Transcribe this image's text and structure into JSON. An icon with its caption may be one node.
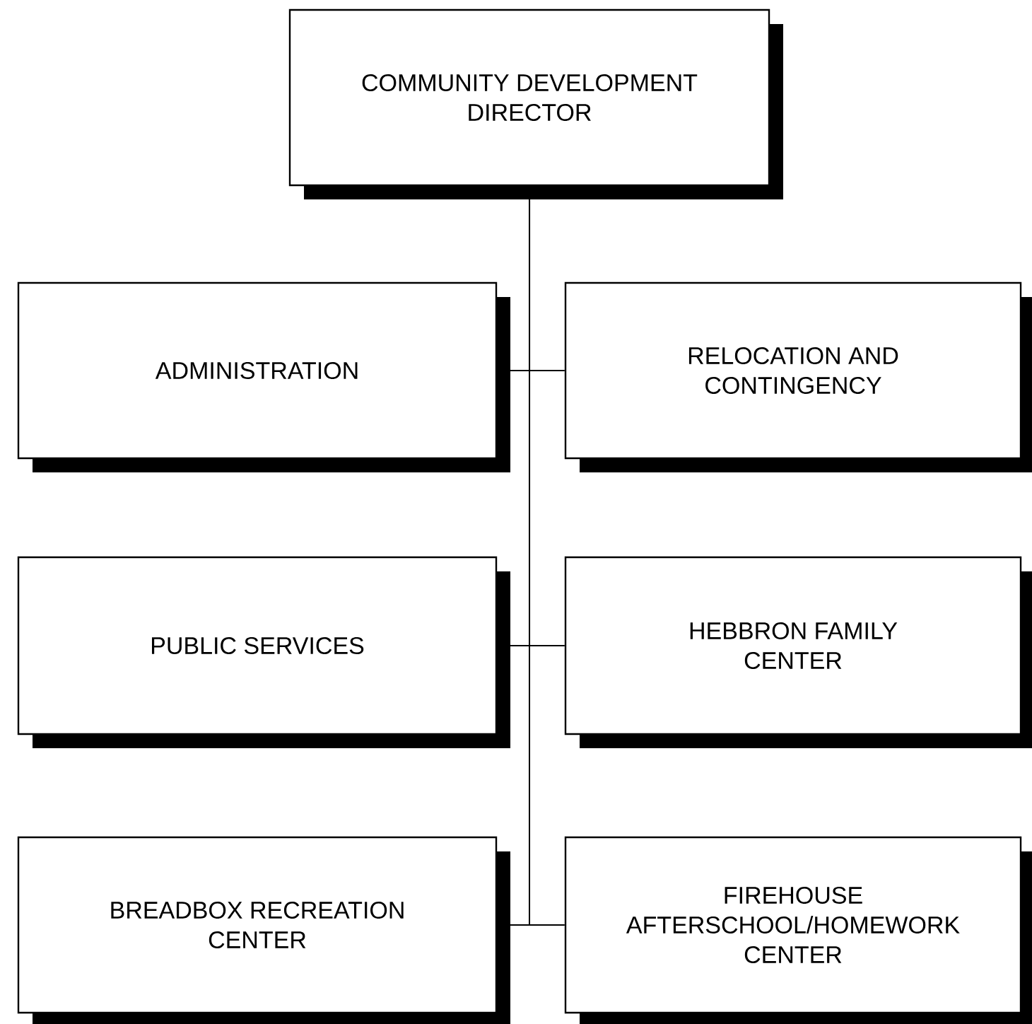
{
  "diagram": {
    "nodes": [
      {
        "text": [
          "COMMUNITY  DEVELOPMENT DIRECTOR"
        ]
      },
      {
        "text": [
          "ADMINISTRATION"
        ]
      },
      {
        "text": [
          "RELOCATION AND CONTINGENCY"
        ]
      },
      {
        "text": [
          "PUBLIC SERVICES"
        ]
      },
      {
        "text": [
          "HEBBRON FAMILY CENTER"
        ]
      },
      {
        "text": [
          "BREADBOX RECREATION CENTER"
        ]
      },
      {
        "text": [
          "FIREHOUSE AFTERSCHOOL/HOMEWORK CENTER"
        ]
      }
    ],
    "edges": [
      {
        "from": 0,
        "to": 1,
        "arrow": "none"
      },
      {
        "from": 0,
        "to": 2,
        "arrow": "none"
      },
      {
        "from": 0,
        "to": 3,
        "arrow": "none"
      },
      {
        "from": 0,
        "to": 4,
        "arrow": "none"
      },
      {
        "from": 0,
        "to": 5,
        "arrow": "none"
      },
      {
        "from": 0,
        "to": 6,
        "arrow": "none"
      }
    ]
  }
}
